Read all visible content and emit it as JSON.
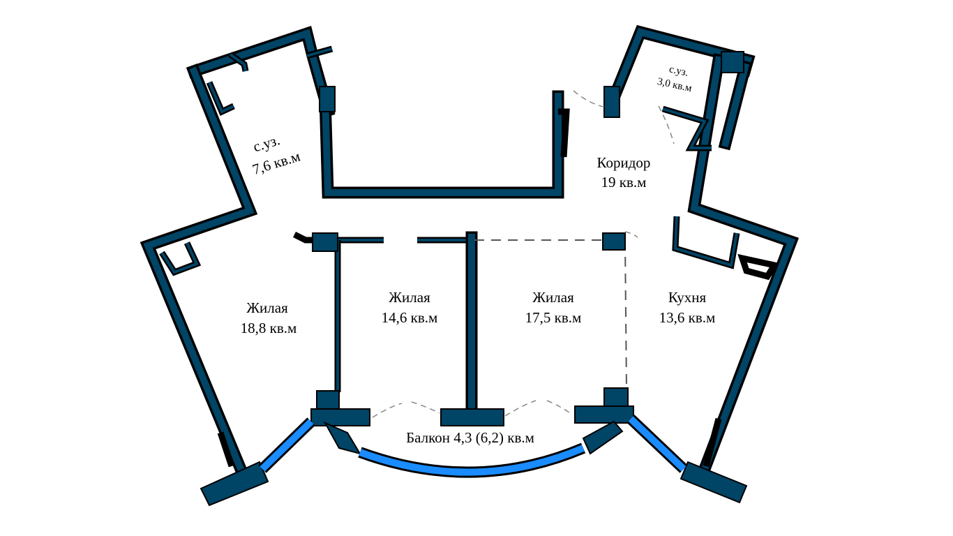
{
  "rooms": {
    "bath_left": {
      "name": "с.уз.",
      "area": "7,6 кв.м"
    },
    "bath_right": {
      "name": "с.уз.",
      "area": "3,0 кв.м"
    },
    "corridor": {
      "name": "Коридор",
      "area": "19 кв.м"
    },
    "living_1": {
      "name": "Жилая",
      "area": "18,8 кв.м"
    },
    "living_2": {
      "name": "Жилая",
      "area": "14,6 кв.м"
    },
    "living_3": {
      "name": "Жилая",
      "area": "17,5 кв.м"
    },
    "kitchen": {
      "name": "Кухня",
      "area": "13,6 кв.м"
    },
    "balcony": {
      "label": "Балкон 4,3 (6,2) кв.м"
    }
  },
  "colors": {
    "wall_fill": "#004466",
    "wall_outline": "#000000",
    "glazing": "#1a8cff",
    "background": "#ffffff"
  }
}
